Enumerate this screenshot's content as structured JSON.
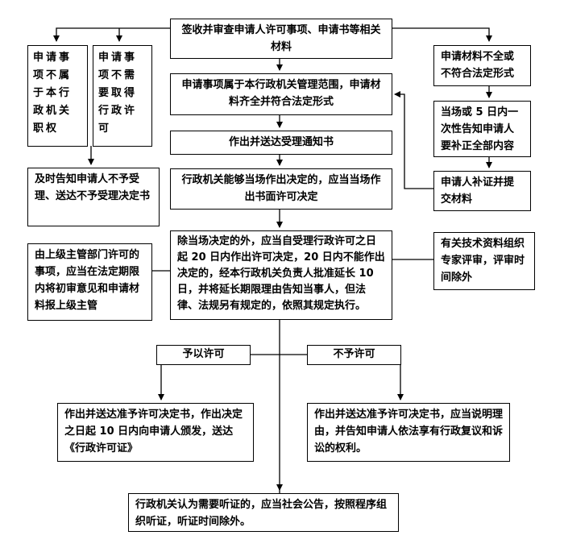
{
  "flowchart": {
    "nodes": {
      "n_receive": "签收并审查申请人许可事项、申请书等相关材料",
      "n_not_authority": "申请事项不属于本行政机关职权",
      "n_no_permit_needed": "申请事项不需要取得行政许可",
      "n_notify_reject": "及时告知申请人不予受理、送达不予受理决定书",
      "n_in_scope": "申请事项属于本行政机关管理范围，申请材料齐全并符合法定形式",
      "n_acceptance": "作出并送达受理通知书",
      "n_onsite": "行政机关能够当场作出决定的，应当当场作出书面许可决定",
      "n_deadline": "除当场决定的外，应当自受理行政许可之日起 20 日内作出许可决定，20 日内不能作出决定的，经本行政机关负责人批准延长 10 日，并将延长期限理由告知当事人，但法律、法规另有规定的，依照其规定执行。",
      "n_superior": "由上级主管部门许可的事项，应当在法定期限内将初审意见和申请材料报上级主管",
      "n_expert": "有关技术资料组织专家评审，评审时间除外",
      "n_incomplete": "申请材料不全或不符合法定形式",
      "n_inform_once": "当场或 5 日内一次性告知申请人要补正全部内容",
      "n_supplement": "申请人补证并提交材料",
      "n_grant": "予以许可",
      "n_deny": "不予许可",
      "n_grant_detail": "作出并送达准予许可决定书，作出决定之日起 10 日内向申请人颁发，送达《行政许可证》",
      "n_deny_detail": "作出并送达准予许可决定书，应当说明理由，并告知申请人依法享有行政复议和诉讼的权利。",
      "n_hearing": "行政机关认为需要听证的，应当社会公告，按照程序组织听证，听证时间除外。"
    }
  },
  "colors": {
    "stroke": "#000000",
    "fill": "#ffffff"
  }
}
